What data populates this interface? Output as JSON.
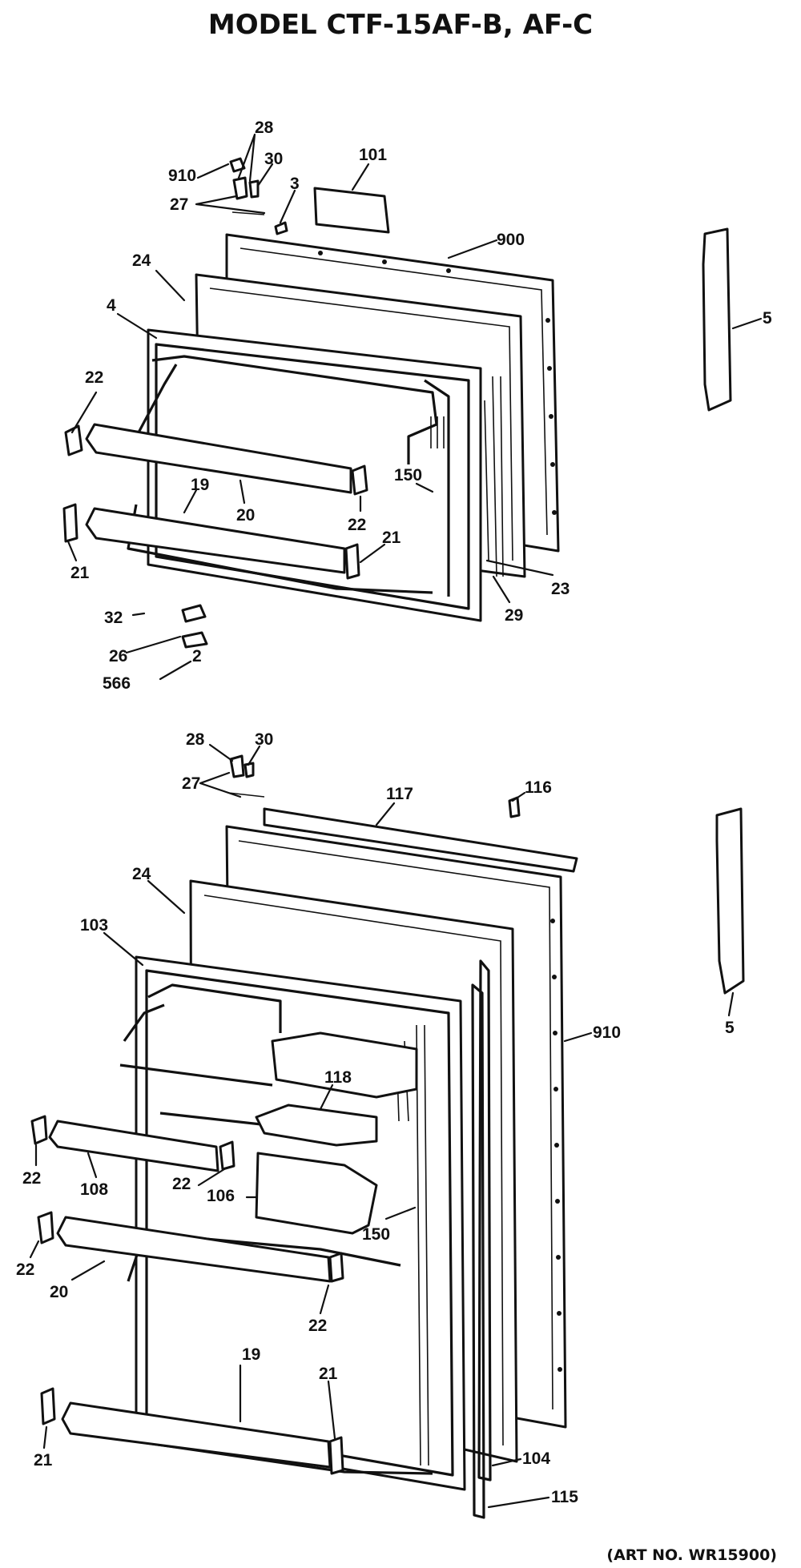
{
  "title": "MODEL CTF-15AF-B, AF-C",
  "art_number": "(ART NO. WR15900)",
  "callouts": {
    "top": {
      "c910": "910",
      "c28": "28",
      "c30": "30",
      "c27": "27",
      "c3": "3",
      "c101": "101",
      "c900": "900",
      "c24": "24",
      "c4": "4",
      "c5": "5",
      "c22a": "22",
      "c22b": "22",
      "c19": "19",
      "c20": "20",
      "c150": "150",
      "c21a": "21",
      "c21b": "21",
      "c23": "23",
      "c29": "29",
      "c32": "32",
      "c26": "26",
      "c2": "2",
      "c566": "566"
    },
    "bottom": {
      "c28": "28",
      "c30": "30",
      "c27": "27",
      "c117": "117",
      "c116": "116",
      "c24": "24",
      "c103": "103",
      "c5": "5",
      "c910": "910",
      "c118": "118",
      "c22a": "22",
      "c108": "108",
      "c22b": "22",
      "c106": "106",
      "c150": "150",
      "c22c": "22",
      "c20": "20",
      "c22d": "22",
      "c19": "19",
      "c21a": "21",
      "c104": "104",
      "c21b": "21",
      "c115": "115"
    }
  }
}
